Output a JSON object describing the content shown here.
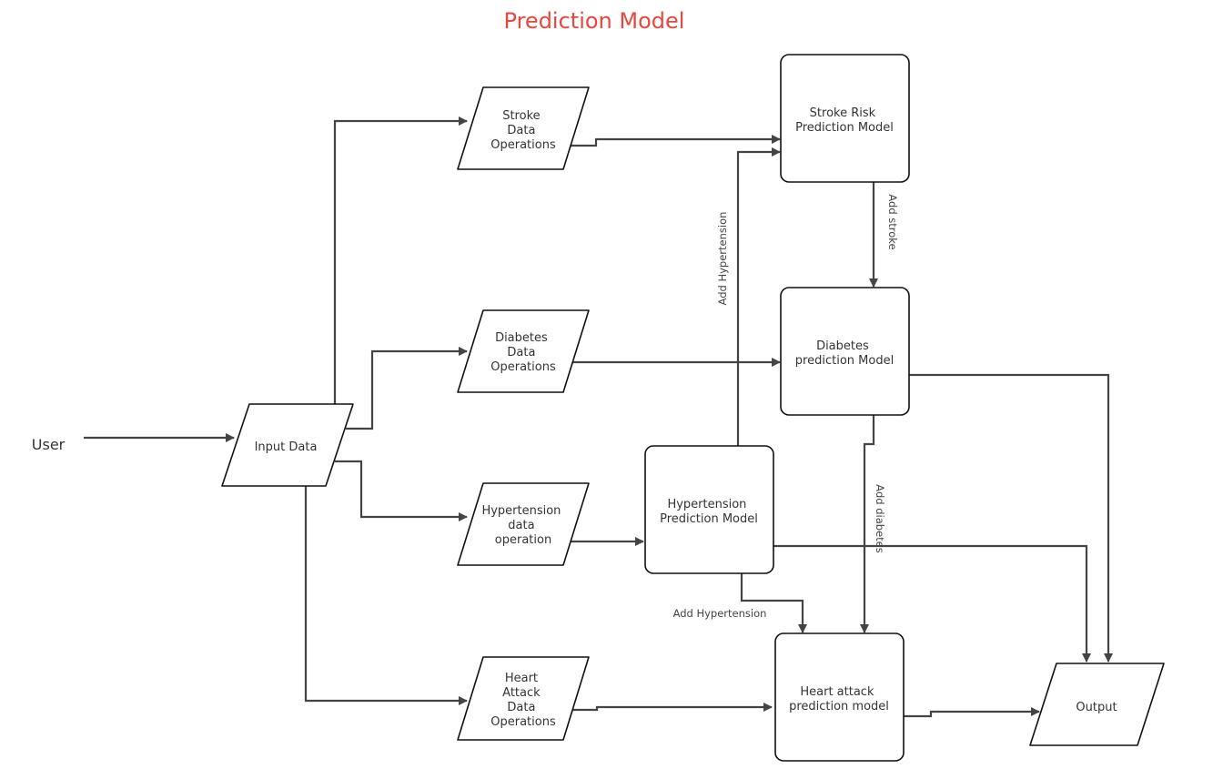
{
  "title": "Prediction Model",
  "colors": {
    "title": "#e8473f",
    "edge": "#444444",
    "border": "#111111",
    "text": "#333333"
  },
  "actor": {
    "label": "User"
  },
  "nodes": {
    "input": [
      "Input Data"
    ],
    "stroke_data": [
      "Stroke",
      "Data",
      "Operations"
    ],
    "diabetes_data": [
      "Diabetes",
      "Data",
      "Operations"
    ],
    "hypertension_data": [
      "Hypertension",
      "data",
      "operation"
    ],
    "heart_data": [
      "Heart",
      "Attack",
      "Data",
      "Operations"
    ],
    "stroke_model": [
      "Stroke Risk",
      "Prediction Model"
    ],
    "diabetes_model": [
      "Diabetes",
      "prediction Model"
    ],
    "hypertension_model": [
      "Hypertension",
      "Prediction Model"
    ],
    "heart_model": [
      "Heart attack",
      "prediction model"
    ],
    "output": [
      "Output"
    ]
  },
  "edge_labels": {
    "add_hypertension_vertical": "Add Hypertension",
    "add_stroke": "Add stroke",
    "add_diabetes": "Add diabetes",
    "add_hypertension_horizontal": "Add Hypertension"
  }
}
